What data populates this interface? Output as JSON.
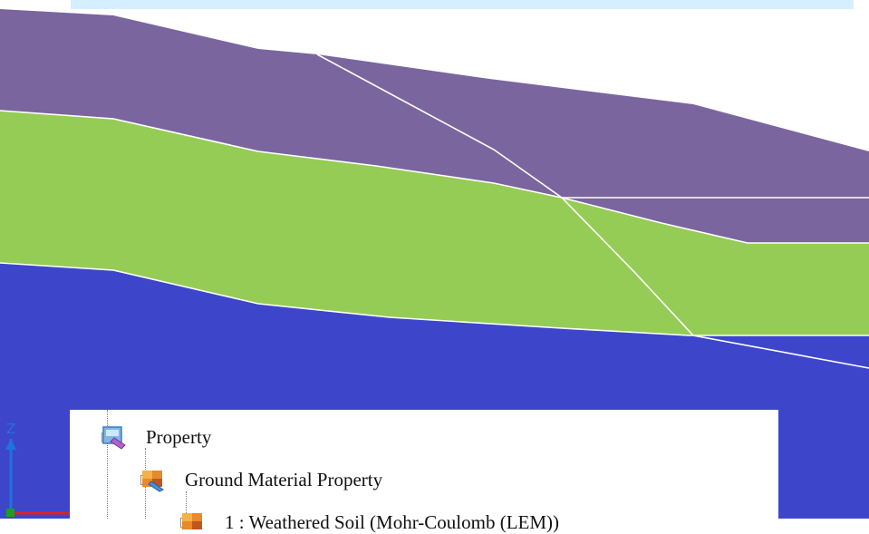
{
  "viewport": {
    "colors": {
      "layer_top": "#7b659f",
      "layer_mid": "#95cc55",
      "layer_bottom": "#3d46cb",
      "mesh_line": "#ffffff",
      "banner": "#d4efff"
    },
    "axis_triad": {
      "z_label": "Z",
      "z_color": "#1e73e0",
      "x_color": "#e02020",
      "y_color": "#1aa01a"
    }
  },
  "tree": {
    "nodes": [
      {
        "label": "Property",
        "expander": "−",
        "icon": "property-icon"
      },
      {
        "label": "Ground Material Property",
        "expander": "−",
        "icon": "ground-material-icon"
      },
      {
        "label": "1 : Weathered Soil (Mohr-Coulomb (LEM))",
        "expander": "−",
        "icon": "material-item-icon"
      }
    ]
  }
}
